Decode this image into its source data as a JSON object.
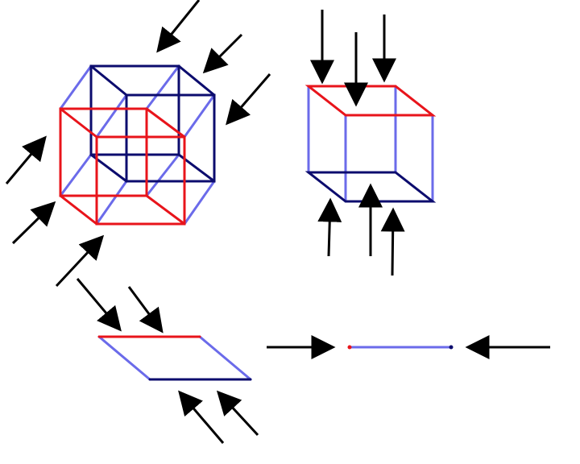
{
  "diagram": {
    "labels": [],
    "colors": {
      "red": "#e8141b",
      "navy": "#0c0c6e",
      "light_blue": "#6b6bea",
      "arrow": "#000000"
    },
    "figures": [
      {
        "id": "tesseract",
        "description_kind": "4-cube projection",
        "edge_colors": [
          "red",
          "navy",
          "light_blue"
        ]
      },
      {
        "id": "cube",
        "description_kind": "3-cube",
        "edge_colors": [
          "red",
          "navy",
          "light_blue"
        ]
      },
      {
        "id": "square",
        "description_kind": "2-cube (parallelogram)",
        "edge_colors": [
          "red",
          "navy",
          "light_blue"
        ]
      },
      {
        "id": "segment",
        "description_kind": "1-cube",
        "edge_colors": [
          "red",
          "navy",
          "light_blue"
        ]
      }
    ],
    "icons": [
      "arrow-icon"
    ]
  }
}
